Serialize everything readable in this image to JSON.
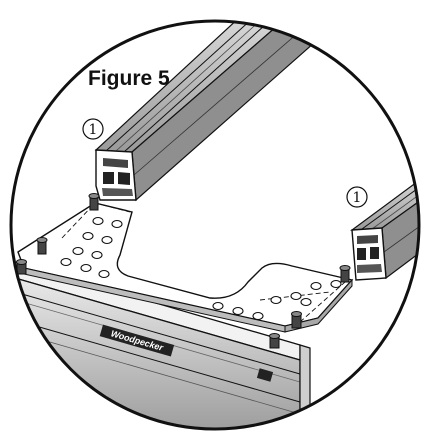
{
  "figure": {
    "title": "Figure 5"
  },
  "callouts": [
    {
      "number": "1",
      "target": "upper-left-rail"
    },
    {
      "number": "1",
      "target": "right-rail"
    }
  ],
  "labels": {
    "brand": "Woodpecker"
  }
}
